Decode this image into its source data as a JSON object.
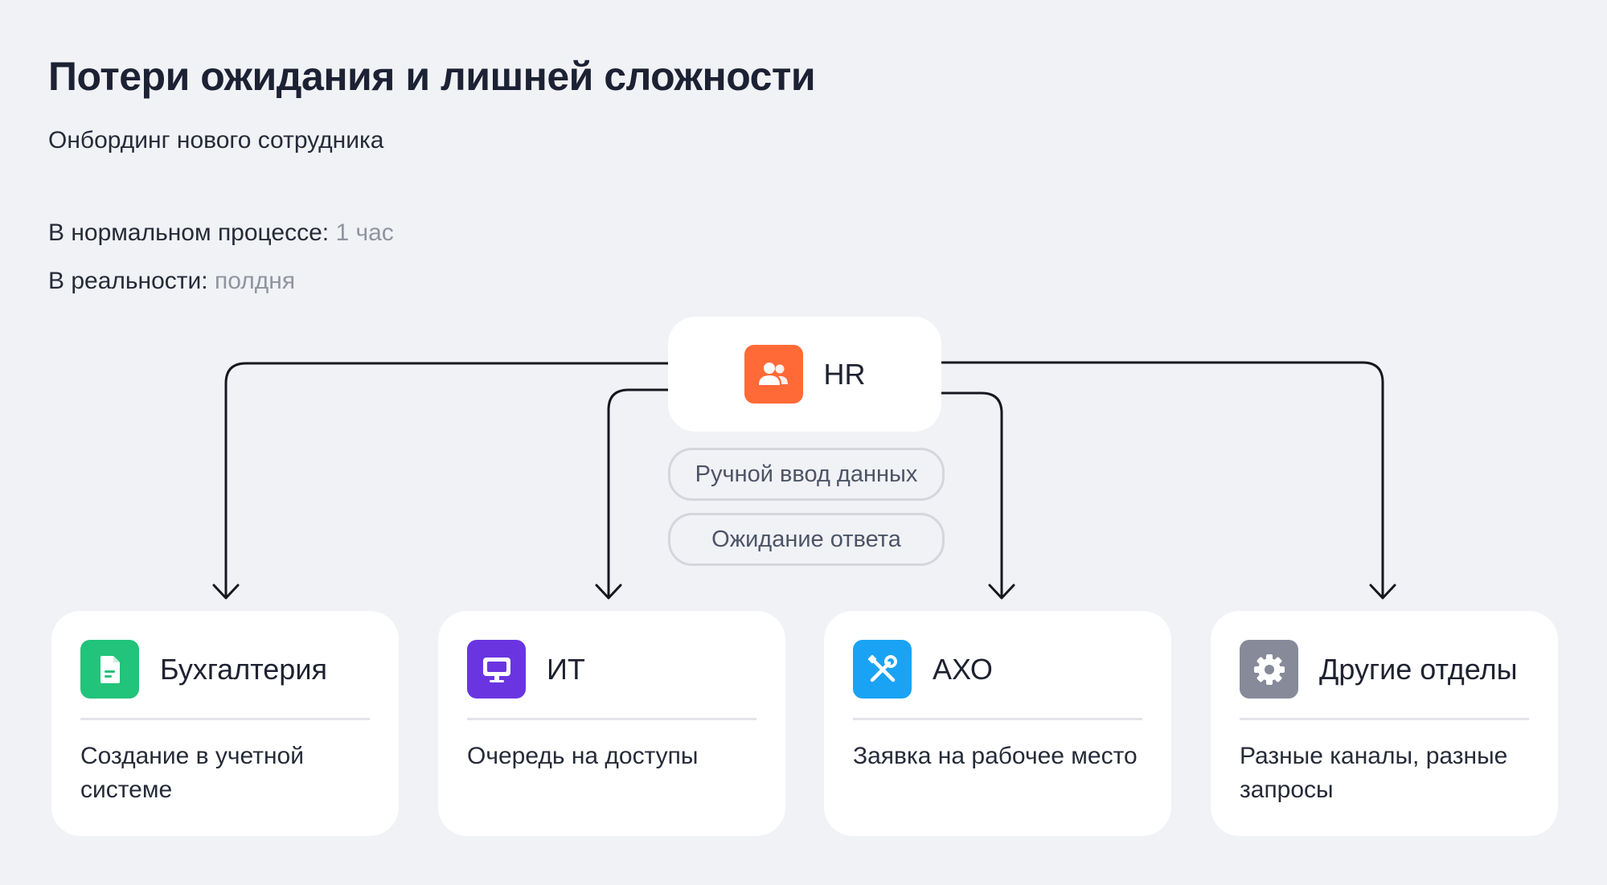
{
  "header": {
    "title": "Потери ожидания и лишней сложности",
    "subtitle": "Онбординг нового сотрудника"
  },
  "stats": {
    "normal_label": "В нормальном процессе:",
    "normal_value": "1 час",
    "real_label": "В реальности:",
    "real_value": "полдня"
  },
  "hub": {
    "label": "HR",
    "icon": "users-icon",
    "color": "#ff6a36"
  },
  "issues": [
    "Ручной ввод данных",
    "Ожидание ответа"
  ],
  "departments": [
    {
      "title": "Бухгалтерия",
      "text": "Создание в учетной системе",
      "icon": "document-icon",
      "color": "#22c37a"
    },
    {
      "title": "ИТ",
      "text": "Очередь на доступы",
      "icon": "monitor-icon",
      "color": "#6a35e0"
    },
    {
      "title": "АХО",
      "text": "Заявка на рабочее место",
      "icon": "tools-icon",
      "color": "#1aa3f5"
    },
    {
      "title": "Другие отделы",
      "text": "Разные каналы, разные запросы",
      "icon": "gear-icon",
      "color": "#868a99"
    }
  ]
}
